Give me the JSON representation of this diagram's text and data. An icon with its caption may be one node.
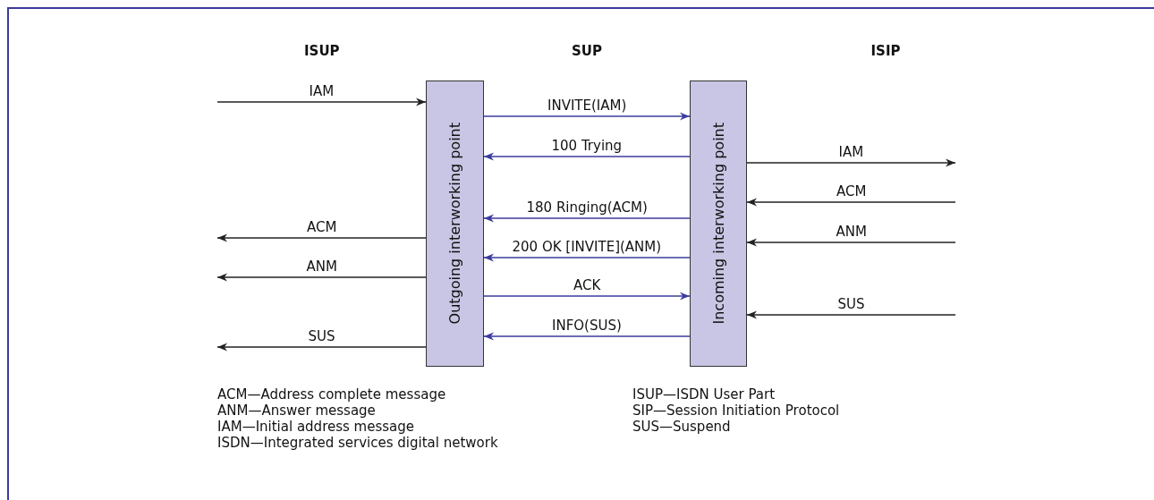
{
  "diagram": {
    "nodes": [
      {
        "text": [
          "Outgoing interworking point"
        ]
      },
      {
        "text": [
          "Incoming interworking point"
        ]
      }
    ],
    "edges": [
      {
        "from": null,
        "to": 0,
        "arrow": "to",
        "label": "IAM"
      },
      {
        "from": 0,
        "to": 1,
        "arrow": "to",
        "label": "INVITE(IAM)",
        "color": "#3b3b9e"
      },
      {
        "from": 1,
        "to": 0,
        "arrow": "to",
        "label": "100 Trying",
        "color": "#3b3b9e"
      },
      {
        "from": 1,
        "to": null,
        "arrow": "to",
        "label": "IAM"
      },
      {
        "from": null,
        "to": 1,
        "arrow": "to",
        "label": "ACM"
      },
      {
        "from": 1,
        "to": 0,
        "arrow": "to",
        "label": "180 Ringing(ACM)",
        "color": "#3b3b9e"
      },
      {
        "from": 0,
        "to": null,
        "arrow": "to",
        "label": "ACM"
      },
      {
        "from": null,
        "to": 1,
        "arrow": "to",
        "label": "ANM"
      },
      {
        "from": 1,
        "to": 0,
        "arrow": "to",
        "label": "200 OK [INVITE](ANM)",
        "color": "#3b3b9e"
      },
      {
        "from": 0,
        "to": null,
        "arrow": "to",
        "label": "ANM"
      },
      {
        "from": 0,
        "to": 1,
        "arrow": "to",
        "label": "ACK",
        "color": "#3b3b9e"
      },
      {
        "from": null,
        "to": 1,
        "arrow": "to",
        "label": "SUS"
      },
      {
        "from": 1,
        "to": 0,
        "arrow": "to",
        "label": "INFO(SUS)",
        "color": "#3b3b9e"
      },
      {
        "from": 0,
        "to": null,
        "arrow": "to",
        "label": "SUS"
      }
    ],
    "labels": [
      "ISUP",
      "SUP",
      "ISIP",
      "ACM—Address complete message",
      "ANM—Answer message",
      "IAM—Initial address message",
      "ISDN—Integrated services digital network",
      "ISUP—ISDN User Part",
      "SIP—Session Initiation Protocol",
      "SUS—Suspend"
    ]
  }
}
